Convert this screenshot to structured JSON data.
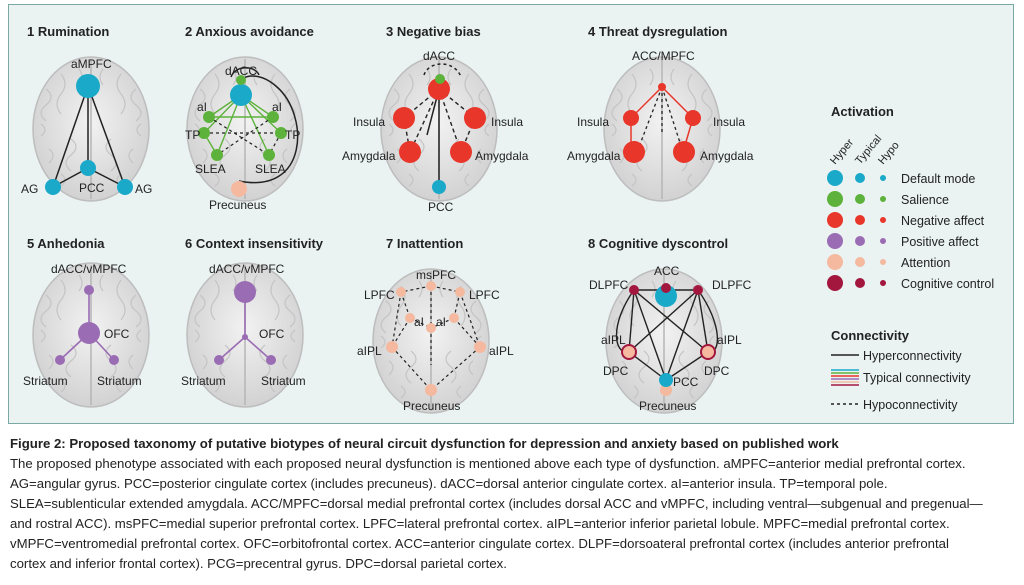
{
  "panels": [
    {
      "num": "1",
      "title": "Rumination",
      "labels": [
        "aMPFC",
        "PCC",
        "AG",
        "AG"
      ]
    },
    {
      "num": "2",
      "title": "Anxious avoidance",
      "labels": [
        "dACC",
        "aI",
        "aI",
        "TP",
        "TP",
        "SLEA",
        "SLEA",
        "Precuneus"
      ]
    },
    {
      "num": "3",
      "title": "Negative bias",
      "labels": [
        "dACC",
        "Insula",
        "Insula",
        "Amygdala",
        "Amygdala",
        "PCC"
      ]
    },
    {
      "num": "4",
      "title": "Threat dysregulation",
      "labels": [
        "ACC/MPFC",
        "Insula",
        "Insula",
        "Amygdala",
        "Amygdala"
      ]
    },
    {
      "num": "5",
      "title": "Anhedonia",
      "labels": [
        "dACC/vMPFC",
        "OFC",
        "Striatum",
        "Striatum"
      ]
    },
    {
      "num": "6",
      "title": "Context insensitivity",
      "labels": [
        "dACC/vMPFC",
        "OFC",
        "Striatum",
        "Striatum"
      ]
    },
    {
      "num": "7",
      "title": "Inattention",
      "labels": [
        "msPFC",
        "LPFC",
        "LPFC",
        "aI",
        "aI",
        "aIPL",
        "aIPL",
        "Precuneus"
      ]
    },
    {
      "num": "8",
      "title": "Cognitive dyscontrol",
      "labels": [
        "ACC",
        "DLPFC",
        "DLPFC",
        "aIPL",
        "aIPL",
        "DPC",
        "DPC",
        "PCC",
        "Precuneus"
      ]
    }
  ],
  "legend": {
    "activation_title": "Activation",
    "columns": [
      "Hyper",
      "Typical",
      "Hypo"
    ],
    "rows": [
      {
        "label": "Default mode",
        "color": "#1ba9c9"
      },
      {
        "label": "Salience",
        "color": "#5db23b"
      },
      {
        "label": "Negative affect",
        "color": "#e8362a"
      },
      {
        "label": "Positive affect",
        "color": "#9a6cb4"
      },
      {
        "label": "Attention",
        "color": "#f4b99f"
      },
      {
        "label": "Cognitive control",
        "color": "#a3173f"
      }
    ],
    "connectivity_title": "Connectivity",
    "conn_items": [
      "Hyperconnectivity",
      "Typical connectivity",
      "Hypoconnectivity"
    ]
  },
  "caption": {
    "title": "Figure 2:",
    "title_rest": " Proposed taxonomy of putative biotypes of neural circuit dysfunction for depression and anxiety based on published work",
    "lines": [
      "The proposed phenotype associated with each proposed neural dysfunction is mentioned above each type of dysfunction. aMPFC=anterior medial prefrontal cortex.",
      "AG=angular gyrus. PCC=posterior cingulate cortex (includes precuneus). dACC=dorsal anterior cingulate cortex. aI=anterior insula. TP=temporal pole.",
      "SLEA=sublenticular extended amygdala. ACC/MPFC=dorsal medial prefrontal cortex (includes dorsal ACC and vMPFC, including ventral—subgenual and pregenual—",
      "and rostral ACC). msPFC=medial superior prefrontal cortex. LPFC=lateral prefrontal cortex. aIPL=anterior inferior parietal lobule. MPFC=medial prefrontal cortex.",
      "vMPFC=ventromedial prefrontal cortex. OFC=orbitofrontal cortex. ACC=anterior cingulate cortex. DLPF=dorsoateral prefrontal cortex (includes anterior prefrontal",
      "cortex and inferior frontal cortex). PCG=precentral gyrus. DPC=dorsal parietal cortex."
    ]
  }
}
